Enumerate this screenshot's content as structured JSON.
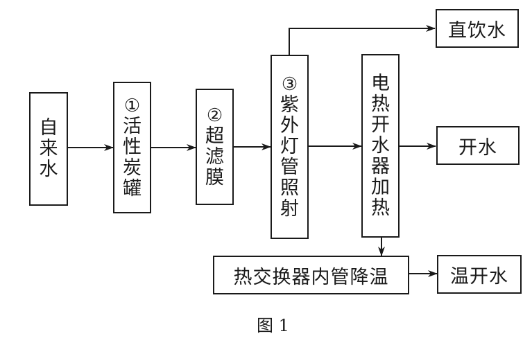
{
  "nodes": {
    "tap_water": {
      "label": "自来水"
    },
    "carbon": {
      "marker": "①",
      "label": "活性炭罐"
    },
    "membrane": {
      "marker": "②",
      "label": "超滤膜"
    },
    "uv": {
      "marker": "③",
      "label": "紫外灯管照射"
    },
    "heater": {
      "label": "电热开水器加热"
    },
    "direct_drink": {
      "label": "直饮水"
    },
    "boiled": {
      "label": "开水"
    },
    "exchanger": {
      "label": "热交换器内管降温"
    },
    "warm": {
      "label": "温开水"
    }
  },
  "edges": [
    {
      "from": "tap_water",
      "to": "carbon"
    },
    {
      "from": "carbon",
      "to": "membrane"
    },
    {
      "from": "membrane",
      "to": "uv"
    },
    {
      "from": "uv",
      "to": "direct_drink"
    },
    {
      "from": "uv",
      "to": "heater"
    },
    {
      "from": "heater",
      "to": "boiled"
    },
    {
      "from": "heater",
      "to": "exchanger"
    },
    {
      "from": "exchanger",
      "to": "warm"
    }
  ],
  "caption": "图 1"
}
